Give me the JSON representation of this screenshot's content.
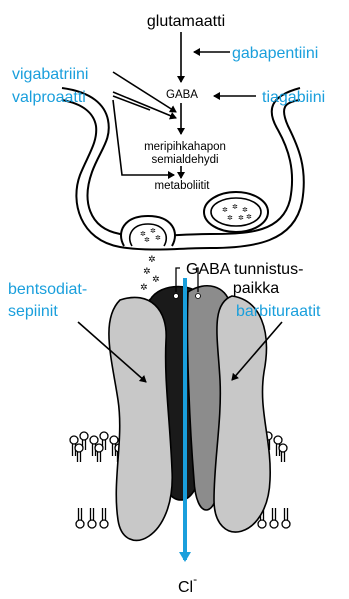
{
  "labels": {
    "glutamate": "glutamaatti",
    "gaba": "GABA",
    "semialdehyde_line1": "meripihkahapon",
    "semialdehyde_line2": "semialdehydi",
    "metabolites": "metaboliitit",
    "binding_site_line1": "GABA tunnistus-",
    "binding_site_line2": "paikka",
    "chloride": "Cl",
    "chloride_charge": "-"
  },
  "drugs": {
    "gabapentin": "gabapentiini",
    "vigabatrin": "vigabatriini",
    "valproate": "valproaatti",
    "tiagabine": "tiagabiini",
    "benzodiazepines_line1": "bentsodiat-",
    "benzodiazepines_line2": "sepiinit",
    "barbiturates": "barbituraatit"
  },
  "colors": {
    "drug_label": "#1a9fdc",
    "ion_arrow": "#1a9fdc",
    "subunit_light": "#c8c8c8",
    "subunit_mid": "#8c8c8c",
    "subunit_dark": "#1a1a1a",
    "outline": "#000000"
  }
}
